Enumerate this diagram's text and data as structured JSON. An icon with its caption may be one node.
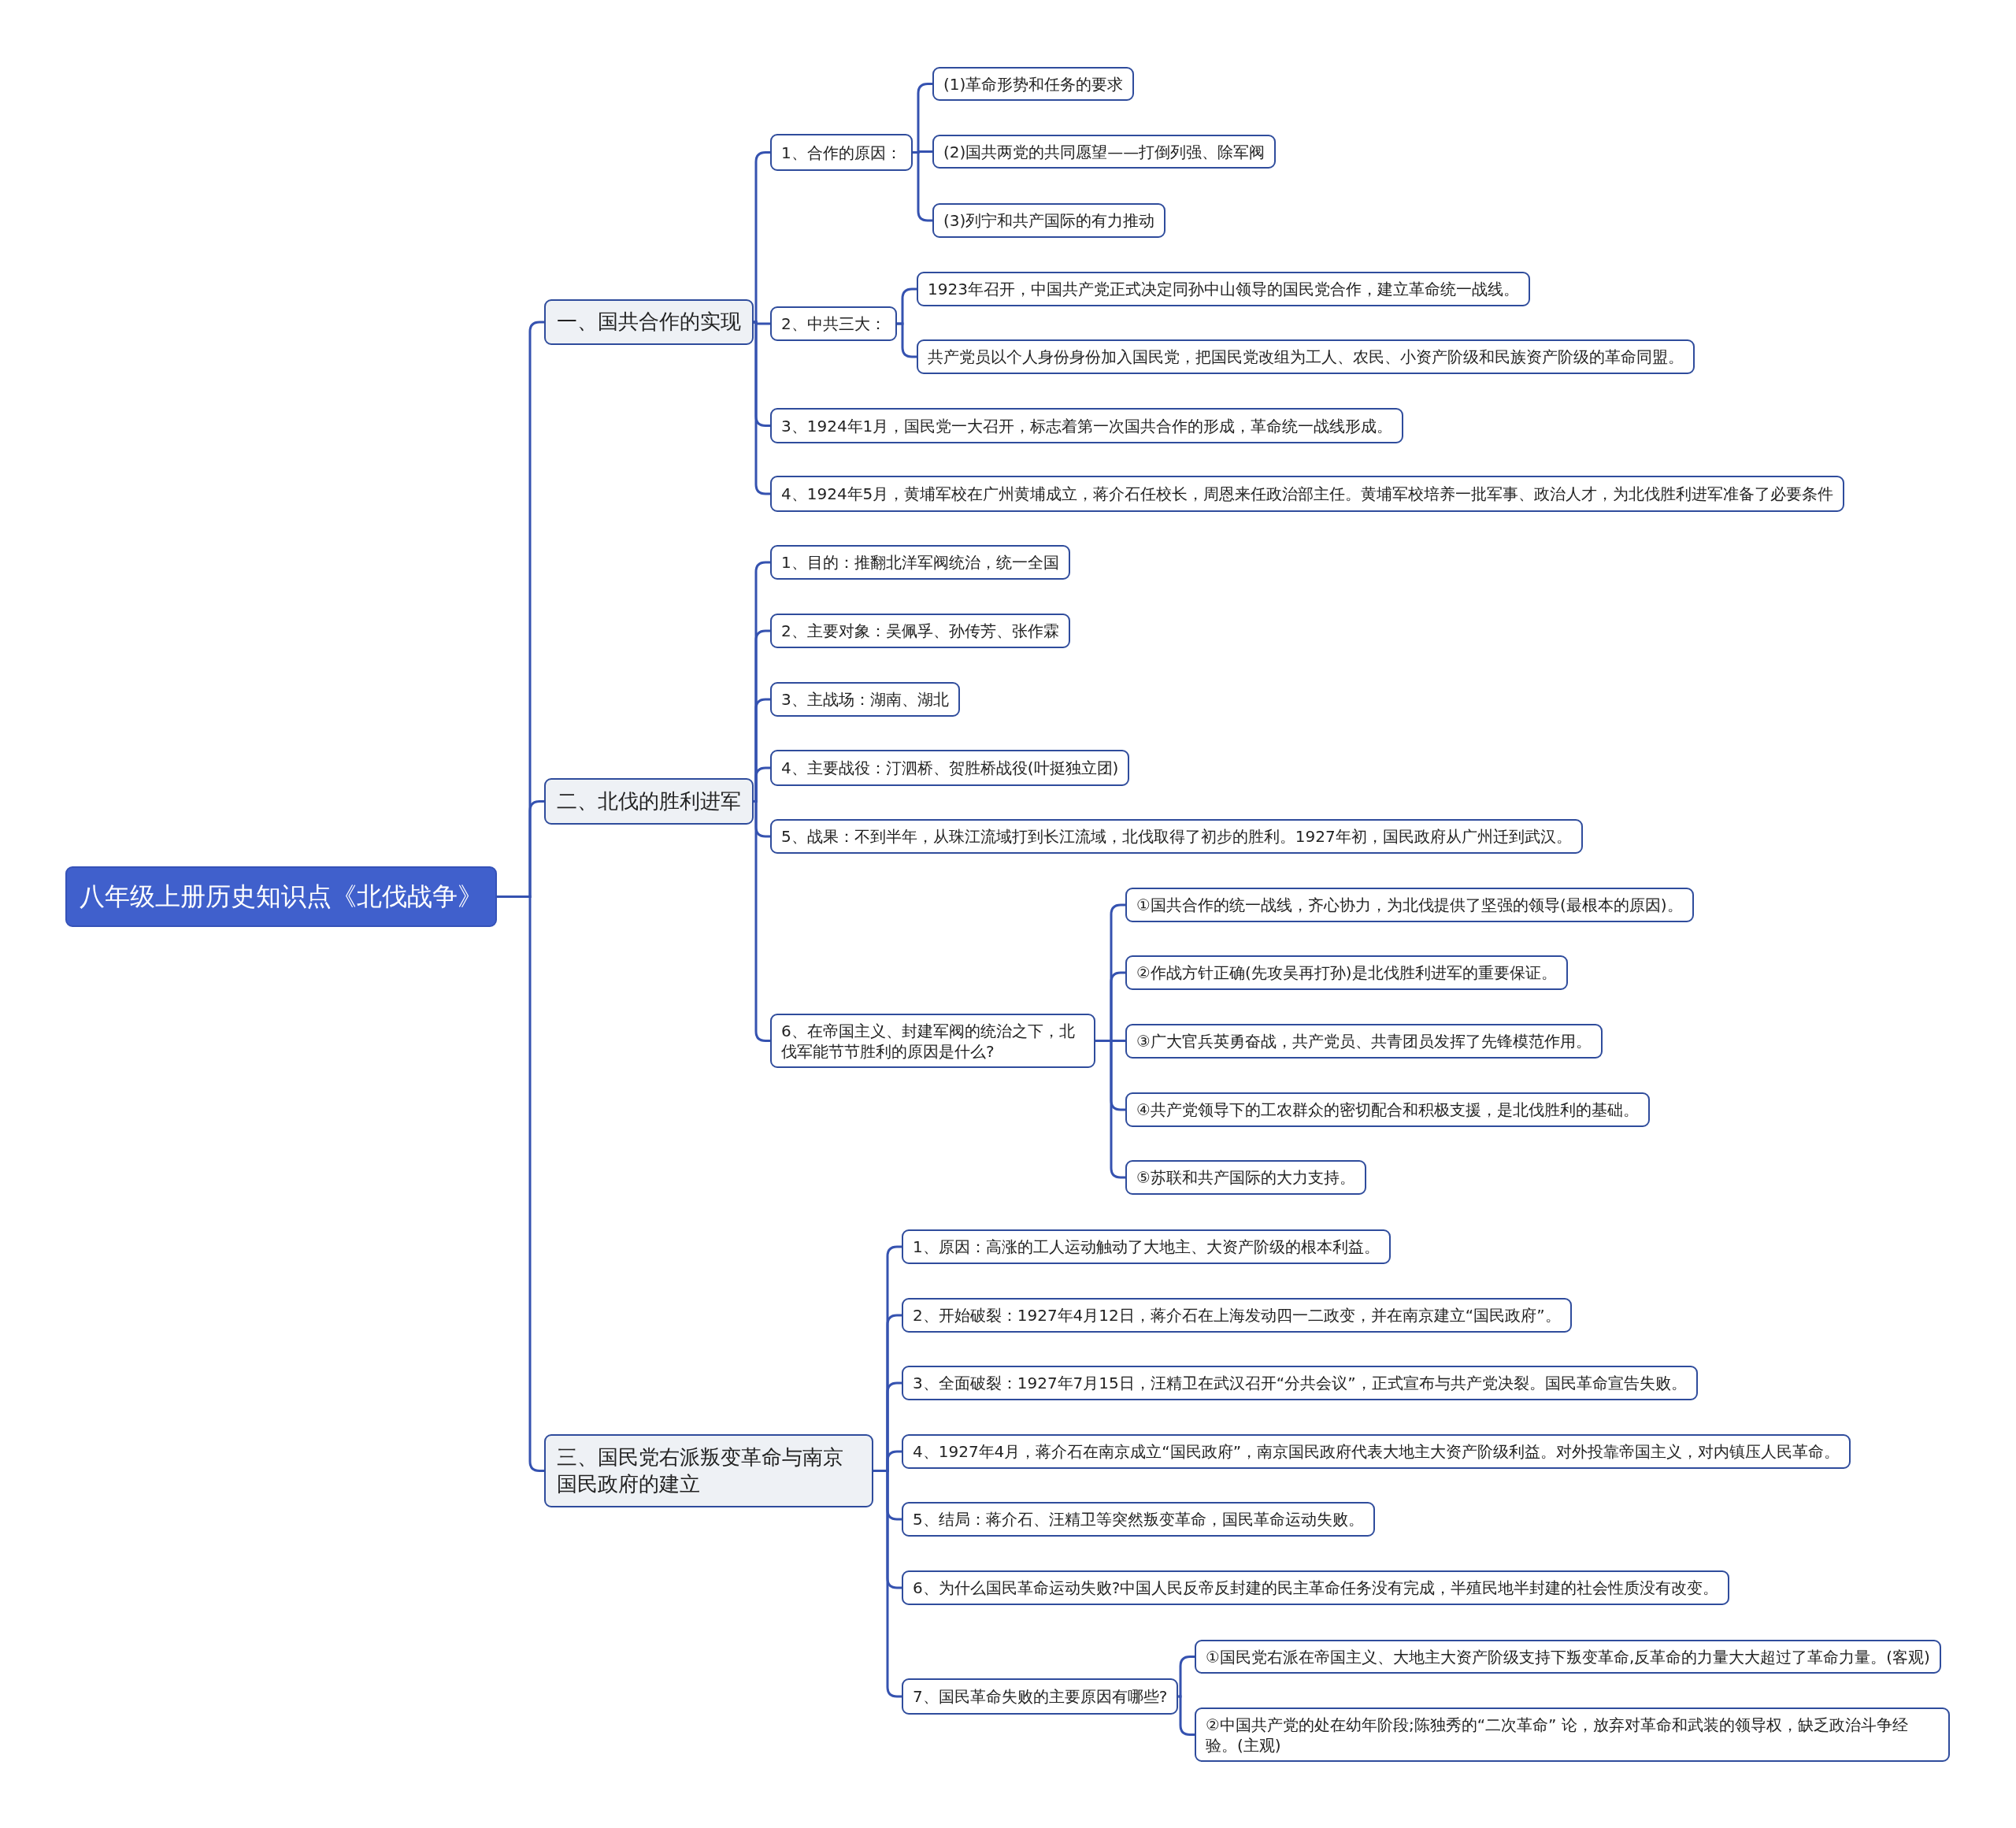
{
  "diagram": {
    "nodes": [
      {
        "text": [
          "八年级上册历史知识点《北伐战争》"
        ]
      },
      {
        "text": [
          "一、国共合作的实现"
        ]
      },
      {
        "text": [
          "1、合作的原因："
        ]
      },
      {
        "text": [
          "(1)革命形势和任务的要求"
        ]
      },
      {
        "text": [
          "(2)国共两党的共同愿望——打倒列强、除军阀"
        ]
      },
      {
        "text": [
          "(3)列宁和共产国际的有力推动"
        ]
      },
      {
        "text": [
          "2、中共三大："
        ]
      },
      {
        "text": [
          "1923年召开，中国共产党正式决定同孙中山领导的国民党合作，建立革命统一战线。"
        ]
      },
      {
        "text": [
          "共产党员以个人身份身份加入国民党，把国民党改组为工人、农民、小资产阶级和民族资产阶级的革命同盟。"
        ]
      },
      {
        "text": [
          "3、1924年1月，国民党一大召开，标志着第一次国共合作的形成，革命统一战线形成。"
        ]
      },
      {
        "text": [
          "4、1924年5月，黄埔军校在广州黄埔成立，蒋介石任校长，周恩来任政治部主任。黄埔军校培养一批军事、政治人才，为北伐胜利进军准备了必要条件"
        ]
      },
      {
        "text": [
          "二、北伐的胜利进军"
        ]
      },
      {
        "text": [
          "1、目的：推翻北洋军阀统治，统一全国"
        ]
      },
      {
        "text": [
          "2、主要对象：吴佩孚、孙传芳、张作霖"
        ]
      },
      {
        "text": [
          "3、主战场：湖南、湖北"
        ]
      },
      {
        "text": [
          "4、主要战役：汀泗桥、贺胜桥战役(叶挺独立团)"
        ]
      },
      {
        "text": [
          "5、战果：不到半年，从珠江流域打到长江流域，北伐取得了初步的胜利。1927年初，国民政府从广州迁到武汉。"
        ]
      },
      {
        "text": [
          "6、在帝国主义、封建军阀的统治之下，北伐军能节节胜利的原因是什么?"
        ]
      },
      {
        "text": [
          "①国共合作的统一战线，齐心协力，为北伐提供了坚强的领导(最根本的原因)。"
        ]
      },
      {
        "text": [
          "②作战方针正确(先攻吴再打孙)是北伐胜利进军的重要保证。"
        ]
      },
      {
        "text": [
          "③广大官兵英勇奋战，共产党员、共青团员发挥了先锋模范作用。"
        ]
      },
      {
        "text": [
          "④共产党领导下的工农群众的密切配合和积极支援，是北伐胜利的基础。"
        ]
      },
      {
        "text": [
          "⑤苏联和共产国际的大力支持。"
        ]
      },
      {
        "text": [
          "三、国民党右派叛变革命与南京国民政府的建立"
        ]
      },
      {
        "text": [
          "1、原因：高涨的工人运动触动了大地主、大资产阶级的根本利益。"
        ]
      },
      {
        "text": [
          "2、开始破裂：1927年4月12日，蒋介石在上海发动四一二政变，并在南京建立“国民政府”。"
        ]
      },
      {
        "text": [
          "3、全面破裂：1927年7月15日，汪精卫在武汉召开“分共会议”，正式宣布与共产党决裂。国民革命宣告失败。"
        ]
      },
      {
        "text": [
          "4、1927年4月，蒋介石在南京成立“国民政府”，南京国民政府代表大地主大资产阶级利益。对外投靠帝国主义，对内镇压人民革命。"
        ]
      },
      {
        "text": [
          "5、结局：蒋介石、汪精卫等突然叛变革命，国民革命运动失败。"
        ]
      },
      {
        "text": [
          "6、为什么国民革命运动失败?中国人民反帝反封建的民主革命任务没有完成，半殖民地半封建的社会性质没有改变。"
        ]
      },
      {
        "text": [
          "7、国民革命失败的主要原因有哪些?"
        ]
      },
      {
        "text": [
          "①国民党右派在帝国主义、大地主大资产阶级支持下叛变革命,反革命的力量大大超过了革命力量。(客观)"
        ]
      },
      {
        "text": [
          "②中国共产党的处在幼年阶段;陈独秀的“二次革命” 论，放弃对革命和武装的领导权，缺乏政治斗争经验。(主观)"
        ]
      }
    ],
    "edges": [
      {
        "from": 0,
        "to": 1,
        "arrow": "none"
      },
      {
        "from": 1,
        "to": 2,
        "arrow": "none"
      },
      {
        "from": 2,
        "to": 3,
        "arrow": "none"
      },
      {
        "from": 2,
        "to": 4,
        "arrow": "none"
      },
      {
        "from": 2,
        "to": 5,
        "arrow": "none"
      },
      {
        "from": 1,
        "to": 6,
        "arrow": "none"
      },
      {
        "from": 6,
        "to": 7,
        "arrow": "none"
      },
      {
        "from": 6,
        "to": 8,
        "arrow": "none"
      },
      {
        "from": 1,
        "to": 9,
        "arrow": "none"
      },
      {
        "from": 1,
        "to": 10,
        "arrow": "none"
      },
      {
        "from": 0,
        "to": 11,
        "arrow": "none"
      },
      {
        "from": 11,
        "to": 12,
        "arrow": "none"
      },
      {
        "from": 11,
        "to": 13,
        "arrow": "none"
      },
      {
        "from": 11,
        "to": 14,
        "arrow": "none"
      },
      {
        "from": 11,
        "to": 15,
        "arrow": "none"
      },
      {
        "from": 11,
        "to": 16,
        "arrow": "none"
      },
      {
        "from": 11,
        "to": 17,
        "arrow": "none"
      },
      {
        "from": 17,
        "to": 18,
        "arrow": "none"
      },
      {
        "from": 17,
        "to": 19,
        "arrow": "none"
      },
      {
        "from": 17,
        "to": 20,
        "arrow": "none"
      },
      {
        "from": 17,
        "to": 21,
        "arrow": "none"
      },
      {
        "from": 17,
        "to": 22,
        "arrow": "none"
      },
      {
        "from": 0,
        "to": 23,
        "arrow": "none"
      },
      {
        "from": 23,
        "to": 24,
        "arrow": "none"
      },
      {
        "from": 23,
        "to": 25,
        "arrow": "none"
      },
      {
        "from": 23,
        "to": 26,
        "arrow": "none"
      },
      {
        "from": 23,
        "to": 27,
        "arrow": "none"
      },
      {
        "from": 23,
        "to": 28,
        "arrow": "none"
      },
      {
        "from": 23,
        "to": 29,
        "arrow": "none"
      },
      {
        "from": 23,
        "to": 30,
        "arrow": "none"
      },
      {
        "from": 30,
        "to": 31,
        "arrow": "none"
      },
      {
        "from": 30,
        "to": 32,
        "arrow": "none"
      }
    ]
  }
}
